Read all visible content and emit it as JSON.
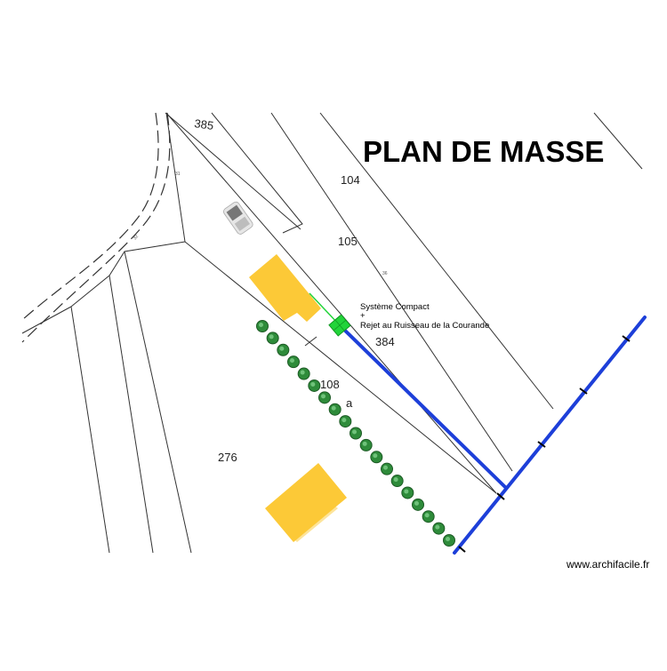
{
  "plan": {
    "title": "PLAN DE MASSE",
    "credit": "www.archifacile.fr",
    "parcels": {
      "p385": "385",
      "p104": "104",
      "p105": "105",
      "p384": "384",
      "p108": "108",
      "p108_sub": "a",
      "p276": "276"
    },
    "small_labels": {
      "s1": "31",
      "s2": "32",
      "s3": "36"
    },
    "annotation": {
      "line1": "Système Compact",
      "line2": "+",
      "line3": "Rejet au Ruisseau  de la Courande"
    },
    "tree_count": 19
  },
  "colors": {
    "building": "#FCC937",
    "building_light": "#FDE49A",
    "pipe": "#1D3FD9",
    "tank": "#22D43A",
    "tree": "#2E8B3A",
    "cadastre_line": "#333333"
  }
}
